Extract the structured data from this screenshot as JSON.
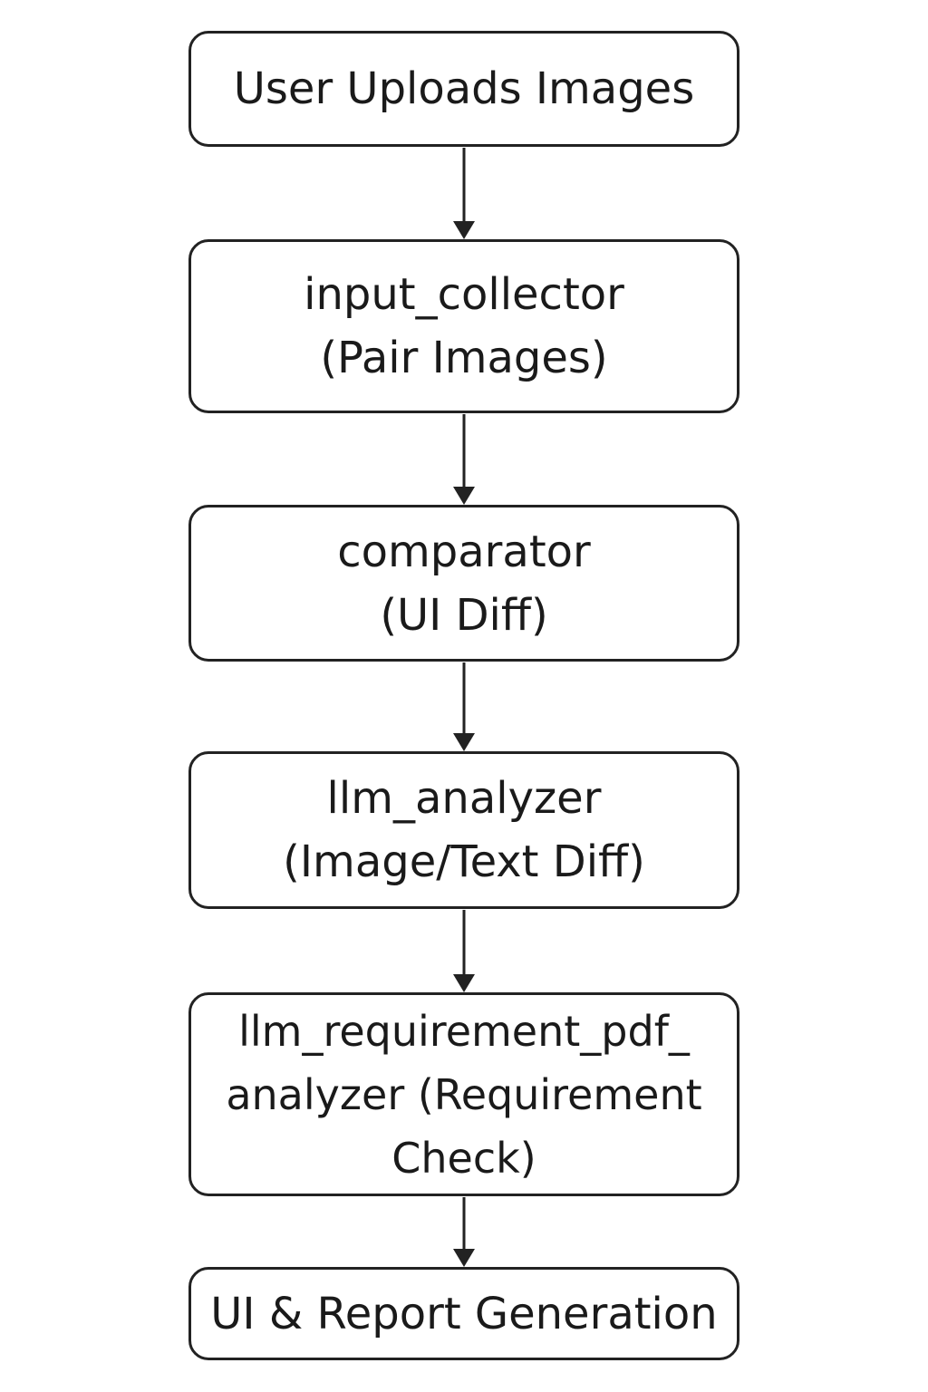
{
  "flowchart": {
    "nodes": [
      {
        "lines": [
          "User Uploads Images"
        ]
      },
      {
        "lines": [
          "input_collector",
          "(Pair Images)"
        ]
      },
      {
        "lines": [
          "comparator",
          "(UI Diff)"
        ]
      },
      {
        "lines": [
          "llm_analyzer",
          "(Image/Text Diff)"
        ]
      },
      {
        "lines": [
          "llm_requirement_pdf_",
          "analyzer (Requirement",
          "Check)"
        ]
      },
      {
        "lines": [
          "UI & Report Generation"
        ]
      }
    ],
    "edges": [
      {
        "from": 0,
        "to": 1
      },
      {
        "from": 1,
        "to": 2
      },
      {
        "from": 2,
        "to": 3
      },
      {
        "from": 3,
        "to": 4
      },
      {
        "from": 4,
        "to": 5
      }
    ],
    "colors": {
      "stroke": "#222222",
      "background": "#ffffff",
      "text": "#1a1a1a"
    }
  }
}
